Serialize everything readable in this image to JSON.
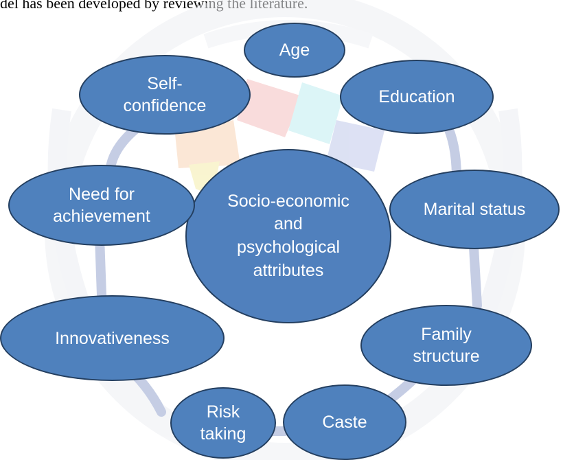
{
  "header": {
    "text": "del has been developed by reviewing the literature."
  },
  "diagram": {
    "center": "Socio-economic\nand\npsychological\nattributes",
    "nodes": [
      {
        "id": "age",
        "label": "Age"
      },
      {
        "id": "education",
        "label": "Education"
      },
      {
        "id": "marital-status",
        "label": "Marital status"
      },
      {
        "id": "family-structure",
        "label": "Family\nstructure"
      },
      {
        "id": "caste",
        "label": "Caste"
      },
      {
        "id": "risk-taking",
        "label": "Risk\ntaking"
      },
      {
        "id": "innovativeness",
        "label": "Innovativeness"
      },
      {
        "id": "need-for-achievement",
        "label": "Need for\nachievement"
      },
      {
        "id": "self-confidence",
        "label": "Self-\nconfidence"
      }
    ]
  },
  "colors": {
    "node_fill": "#4f81bd",
    "node_border": "#243f60",
    "ring": "#c5cde4",
    "text": "#ffffff"
  }
}
